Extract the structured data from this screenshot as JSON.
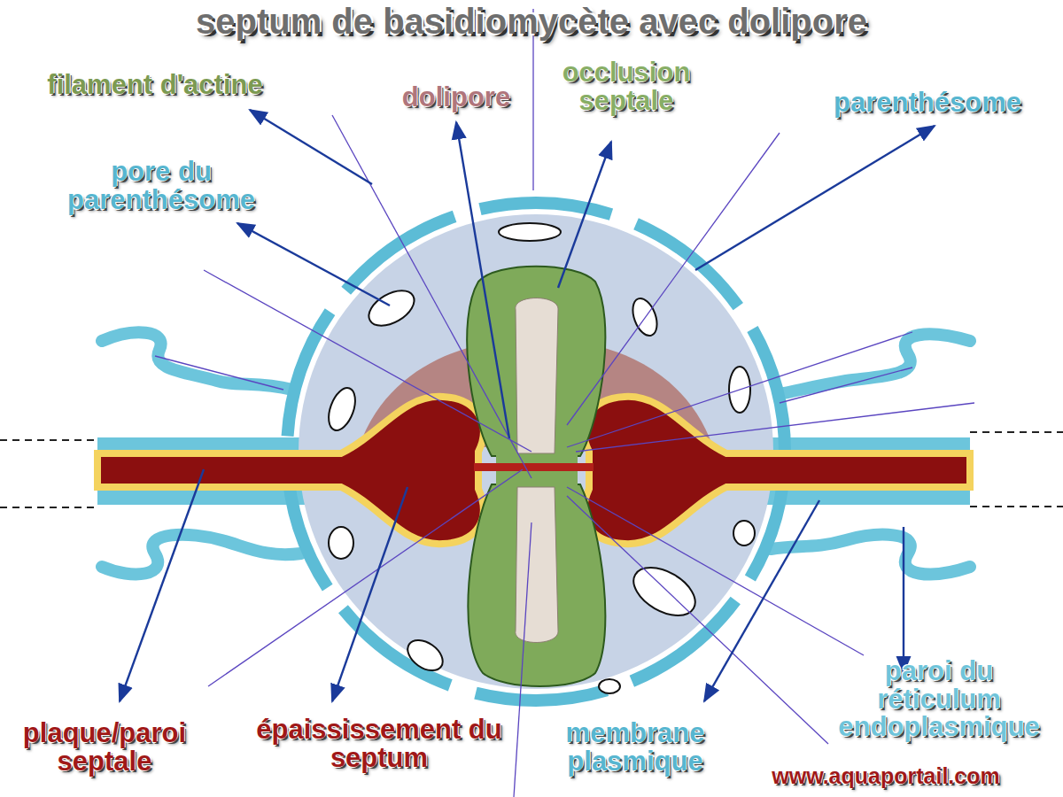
{
  "diagram": {
    "title": "septum de basidiomycète avec dolipore",
    "labels": [
      "filament d'actine",
      "dolipore",
      "occlusion septale",
      "parenthésome",
      "pore du parenthésome",
      "plaque/paroi septale",
      "épaississement du septum",
      "membrane plasmique",
      "paroi du réticulum endoplasmique",
      "www.aquaportail.com"
    ]
  }
}
